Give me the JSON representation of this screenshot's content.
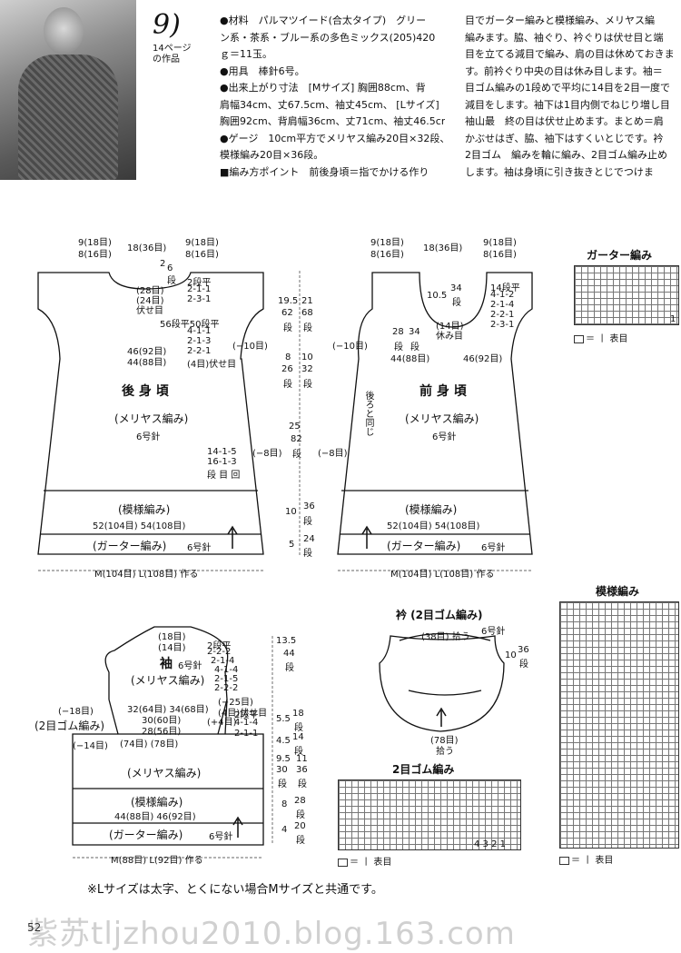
{
  "header": {
    "pattern_number": "9)",
    "page_ref": "14ページ",
    "page_ref_sub": "の作品"
  },
  "materials": [
    "●材料　パルマツイード(合太タイプ)　グリー",
    "ン系・茶系・ブルー系の多色ミックス(205)420",
    "ｇ＝11玉。",
    "●用具　棒針6号。",
    "●出来上がり寸法　[Mサイズ] 胸囲88cm、背",
    "肩幅34cm、丈67.5cm、袖丈45cm、 [Lサイズ]",
    "胸囲92cm、背肩幅36cm、丈71cm、袖丈46.5cm。",
    "●ゲージ　10cm平方でメリヤス編み20目×32段、",
    "模様編み20目×36段。",
    "■編み方ポイント　前後身頃＝指でかける作り"
  ],
  "instructions": [
    "目でガーター編みと模様編み、メリヤス編",
    "編みます。脇、袖ぐり、衿ぐりは伏せ目と端",
    "目を立てる減目で編み、肩の目は休めておきま",
    "す。前衿ぐり中央の目は休み目します。袖＝",
    "目ゴム編みの1段めで平均に14目を2目一度で",
    "減目をします。袖下は1目内側でねじり増し目",
    "袖山最　終の目は伏せ止めます。まとめ＝肩",
    "かぶせはぎ、脇、袖下はすくいとじです。衿",
    "2目ゴム　編みを輪に編み、2目ゴム編み止め",
    "します。袖は身頃に引き抜きとじでつけま"
  ],
  "back": {
    "title": "後 身 頃",
    "stitch": "(メリヤス編み)",
    "needle": "6号針",
    "shoulder_l1": "9(18目)",
    "shoulder_l2": "8(16目)",
    "neck_w": "18(36目)",
    "shoulder_r1": "9(18目)",
    "shoulder_r2": "8(16目)",
    "neck_rows_a": "2",
    "neck_rows_b": "6",
    "neck_rows_c": "段",
    "neck_sts1": "(28目)",
    "neck_sts2": "(24目)",
    "neck_sts3": "伏せ目",
    "neck_dec1": "2段平",
    "neck_dec2": "2-1-1",
    "neck_dec3": "2-3-1",
    "arm1": "56段平50段平",
    "arm2": "4-1-1",
    "arm3": "2-1-3",
    "arm4": "2-2-1",
    "arm_minus": "(−10目)",
    "arm_bo": "(4目)伏せ目",
    "chest1": "46(92目)",
    "chest2": "44(88目)",
    "side1": "14-1-5",
    "side2": "16-1-3",
    "side3": "段 目 回",
    "side_minus": "(−8目)",
    "pattern": "(模様編み)",
    "hem_w": "52(104目) 54(108目)",
    "garter": "(ガーター編み)",
    "garter_needle": "6号針",
    "cast_on": "M(104目) L(108目) 作る"
  },
  "vertical": {
    "a1": "19.5",
    "a2": "21",
    "a3": "62",
    "a4": "68",
    "a5": "段",
    "a6": "段",
    "b1": "8",
    "b2": "10",
    "b3": "26",
    "b4": "32",
    "b5": "段",
    "b6": "段",
    "c1": "25",
    "c2": "82",
    "c3": "段",
    "d1": "10",
    "d2": "36",
    "d3": "段",
    "e1": "5",
    "e2": "24",
    "e3": "段"
  },
  "front": {
    "title": "前 身 頃",
    "stitch": "(メリヤス編み)",
    "needle": "6号針",
    "shoulder_l1": "9(18目)",
    "shoulder_l2": "8(16目)",
    "neck_w": "18(36目)",
    "shoulder_r1": "9(18目)",
    "shoulder_r2": "8(16目)",
    "neck_depth": "10.5",
    "neck_rows": "34",
    "neck_rows_u": "段",
    "neck_center1": "(14目)",
    "neck_center2": "休み目",
    "neck_dec1": "14段平",
    "neck_dec2": "4-1-2",
    "neck_dec3": "2-1-4",
    "neck_dec4": "2-2-1",
    "neck_dec5": "2-3-1",
    "neck_side1": "28",
    "neck_side2": "34",
    "neck_side3": "段",
    "neck_side4": "段",
    "arm_minus": "(−10目)",
    "chest1": "44(88目)",
    "chest2": "46(92目)",
    "note": "後ろと同じ",
    "side_minus": "(−8目)",
    "pattern": "(模様編み)",
    "hem_w": "52(104目) 54(108目)",
    "garter": "(ガーター編み)",
    "garter_needle": "6号針",
    "cast_on": "M(104目) L(108目) 作る"
  },
  "sleeve": {
    "title": "袖",
    "needle": "6号針",
    "stitch": "(メリヤス編み)",
    "top1": "(18目)",
    "top2": "(14目)",
    "cap1": "2段平",
    "cap2": "2-2-2",
    "cap3": "2-1-4",
    "cap4": "4-1-4",
    "cap5": "2-1-5",
    "cap6": "2-2-2",
    "cap_minus": "(−25目)",
    "cap_bo": "(4目)伏せ目",
    "w1": "32(64目) 34(68目)",
    "w2": "30(60目)",
    "w3": "28(56目)",
    "left_minus": "(−18目)",
    "plus": "(+4目)",
    "inc1": "2段平",
    "inc2": "4-1-4",
    "inc3": "2-1-1",
    "rib": "(2目ゴム編み)",
    "minus14": "(−14目)",
    "cuff_sts": "(74目) (78目)",
    "body_stitch": "(メリヤス編み)",
    "pattern": "(模様編み)",
    "pat_w": "44(88目) 46(92目)",
    "garter": "(ガーター編み)",
    "garter_needle": "6号針",
    "cast_on": "M(88目) L(92目) 作る",
    "v1": "13.5",
    "v2": "44",
    "v3": "段",
    "v4": "5.5",
    "v5": "18",
    "v6": "段",
    "v7": "4.5",
    "v8": "14",
    "v9": "段",
    "v10": "9.5",
    "v11": "11",
    "v12": "30",
    "v13": "36",
    "v14": "段",
    "v15": "段",
    "v16": "8",
    "v17": "28",
    "v18": "段",
    "v19": "4",
    "v20": "20",
    "v21": "段"
  },
  "collar": {
    "title": "衿 (2目ゴム編み)",
    "top": "(38目) 拾う",
    "needle": "6号針",
    "h1": "10",
    "h2": "36",
    "h3": "段",
    "bottom1": "(78目)",
    "bottom2": "拾う"
  },
  "charts": {
    "garter_title": "ガーター編み",
    "pattern_title": "模様編み",
    "rib_title": "2目ゴム編み",
    "legend": "＝ 丨 表目",
    "rib_numbers": "4 3 2 1",
    "garter_nums": "1"
  },
  "footnote": "※Lサイズは太字、とくにない場合Mサイズと共通です。",
  "watermark": "紫苏tljzhou2010.blog.163.com",
  "page_number": "52"
}
